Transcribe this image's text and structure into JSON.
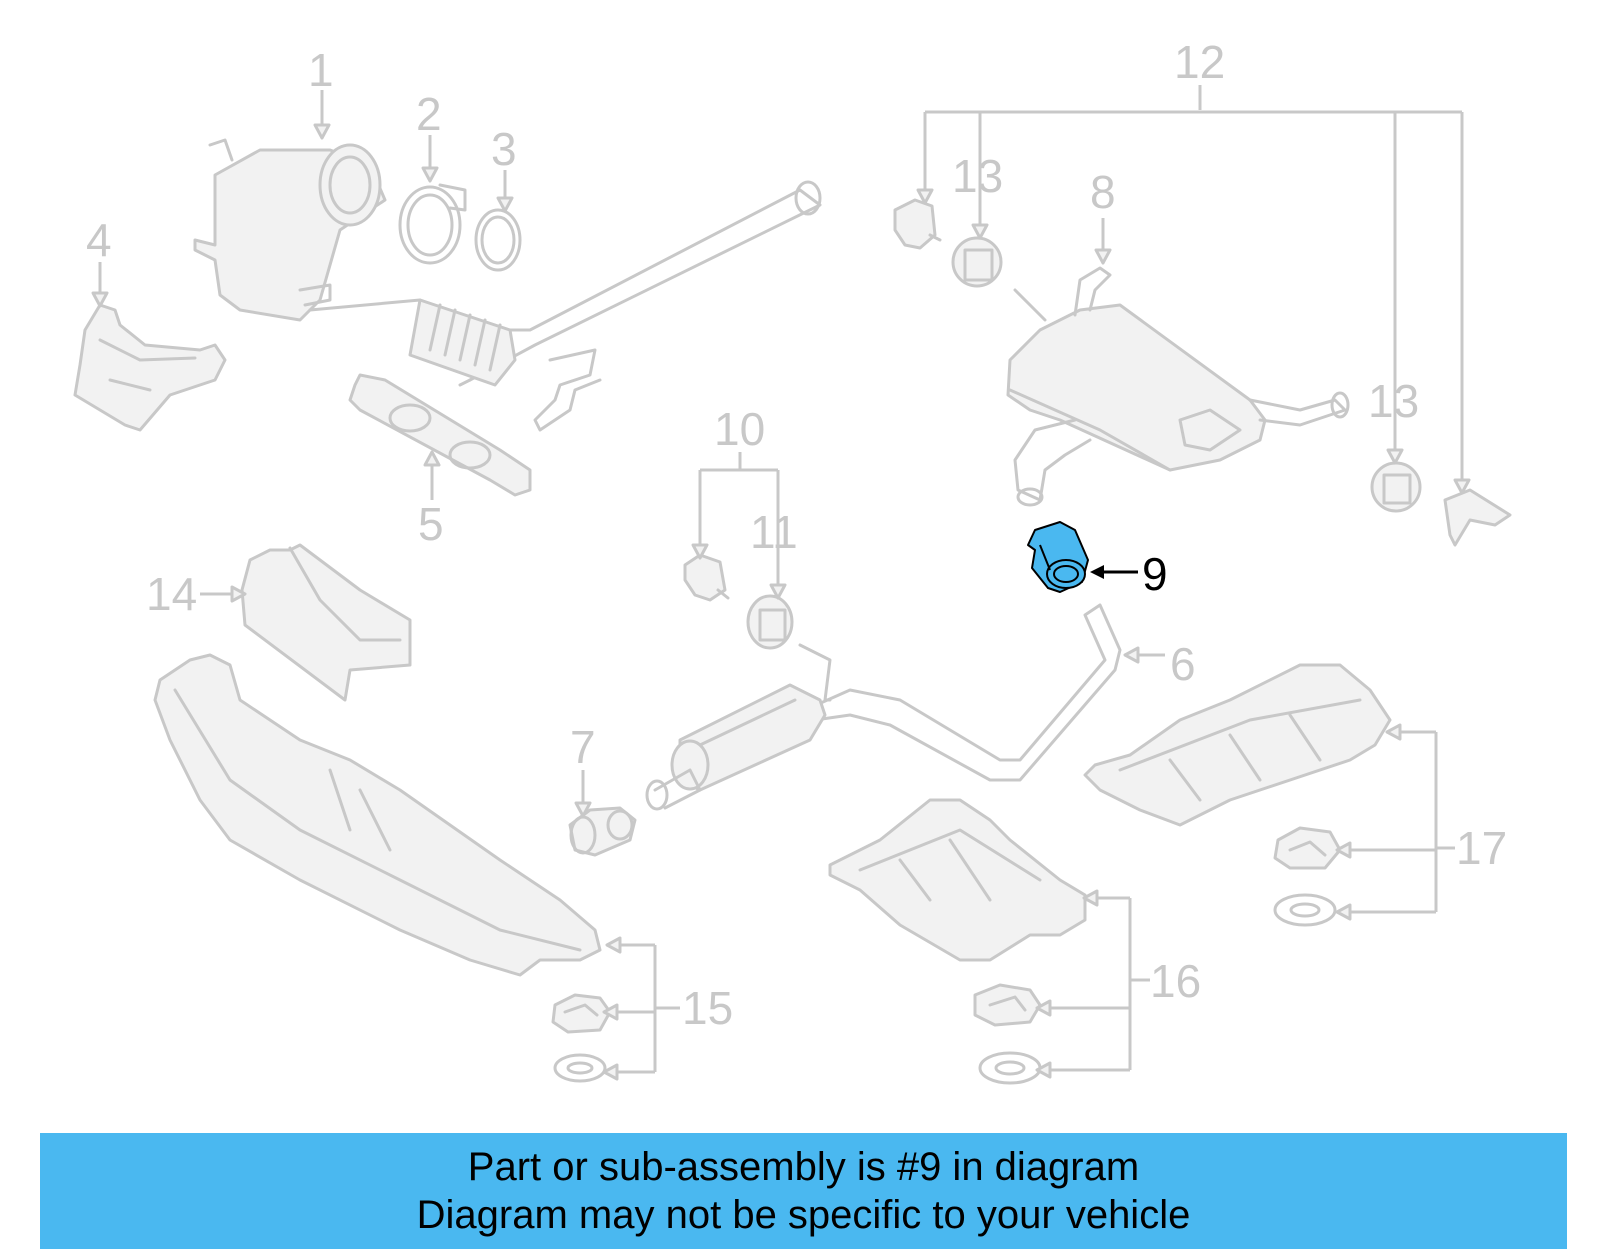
{
  "diagram": {
    "highlight_color": "#4ab8f0",
    "part_color": "#c8c8c8",
    "highlighted_part": "9",
    "callouts": {
      "c1": "1",
      "c2": "2",
      "c3": "3",
      "c4": "4",
      "c5": "5",
      "c6": "6",
      "c7": "7",
      "c8": "8",
      "c9": "9",
      "c10": "10",
      "c11": "11",
      "c12": "12",
      "c13a": "13",
      "c13b": "13",
      "c14": "14",
      "c15": "15",
      "c16": "16",
      "c17": "17"
    }
  },
  "banner": {
    "background": "#4ab8f0",
    "line1": "Part or sub-assembly is #9 in diagram",
    "line2": "Diagram may not be specific to your vehicle"
  }
}
